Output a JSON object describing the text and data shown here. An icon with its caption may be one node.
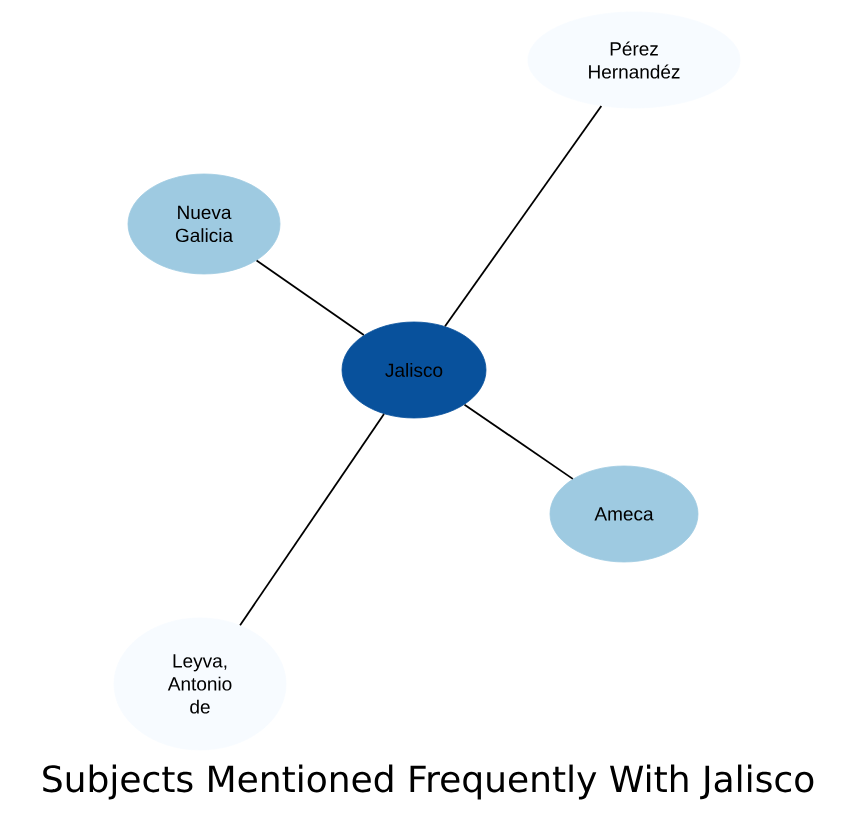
{
  "diagram": {
    "title": "Subjects Mentioned Frequently With Jalisco",
    "nodes": [
      {
        "text": [
          "Pérez Hernandéz"
        ]
      },
      {
        "text": [
          "Nueva Galicia"
        ]
      },
      {
        "text": [
          "Jalisco"
        ]
      },
      {
        "text": [
          "Ameca"
        ]
      },
      {
        "text": [
          "Leyva, Antonio de"
        ]
      }
    ],
    "edges": [
      {
        "from": 2,
        "to": 0,
        "arrow": "none"
      },
      {
        "from": 2,
        "to": 1,
        "arrow": "none"
      },
      {
        "from": 2,
        "to": 3,
        "arrow": "none"
      },
      {
        "from": 2,
        "to": 4,
        "arrow": "none"
      }
    ]
  }
}
